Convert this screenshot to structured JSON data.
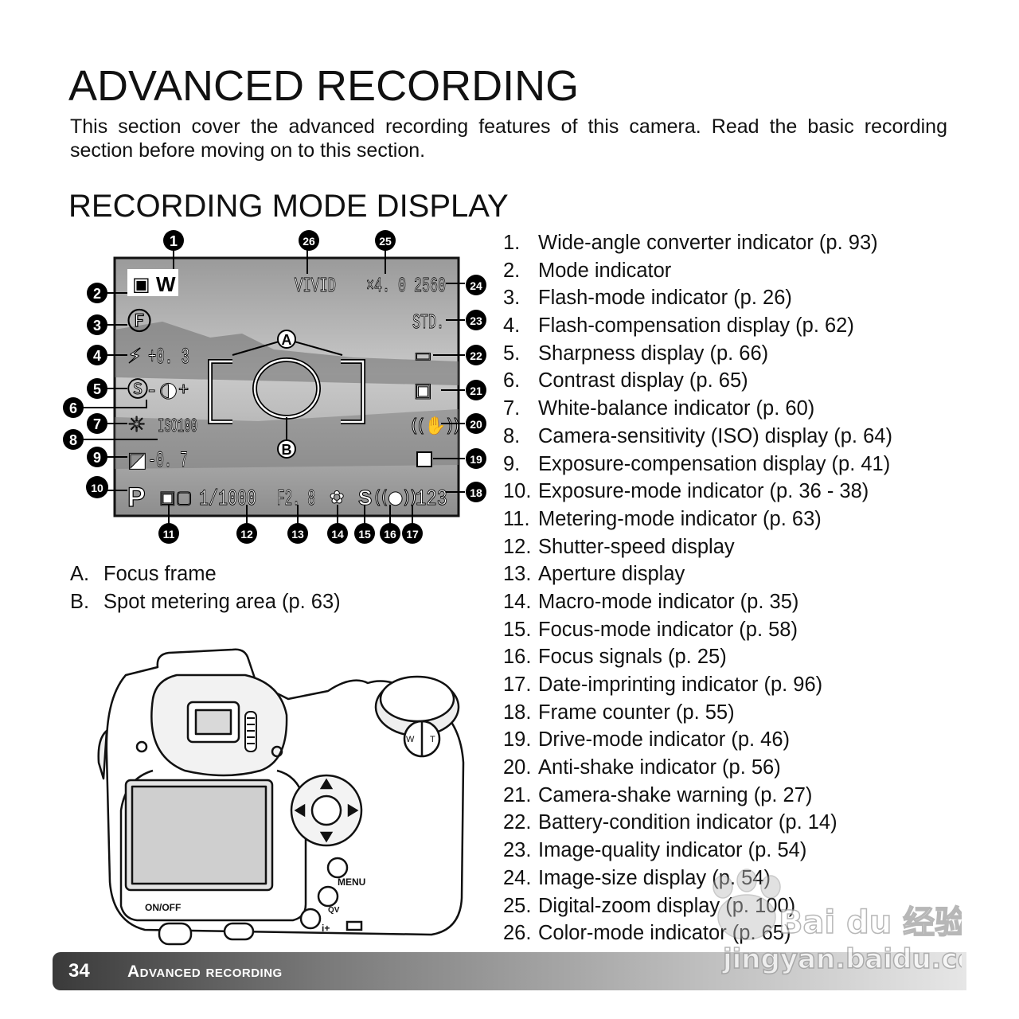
{
  "page_title": "ADVANCED RECORDING",
  "intro": "This section cover the advanced recording features of this camera. Read the basic recording section before moving on to this section.",
  "section_title": "RECORDING MODE DISPLAY",
  "legend": [
    {
      "num": "1.",
      "text": "Wide-angle converter indicator (p. 93)"
    },
    {
      "num": "2.",
      "text": "Mode indicator"
    },
    {
      "num": "3.",
      "text": "Flash-mode indicator (p. 26)"
    },
    {
      "num": "4.",
      "text": "Flash-compensation display (p. 62)"
    },
    {
      "num": "5.",
      "text": "Sharpness display (p. 66)"
    },
    {
      "num": "6.",
      "text": "Contrast display (p. 65)"
    },
    {
      "num": "7.",
      "text": "White-balance indicator (p. 60)"
    },
    {
      "num": "8.",
      "text": "Camera-sensitivity (ISO) display (p. 64)"
    },
    {
      "num": "9.",
      "text": "Exposure-compensation display (p. 41)"
    },
    {
      "num": "10.",
      "text": "Exposure-mode indicator (p. 36 - 38)"
    },
    {
      "num": "11.",
      "text": "Metering-mode indicator (p. 63)"
    },
    {
      "num": "12.",
      "text": "Shutter-speed display"
    },
    {
      "num": "13.",
      "text": "Aperture display"
    },
    {
      "num": "14.",
      "text": "Macro-mode indicator (p. 35)"
    },
    {
      "num": "15.",
      "text": "Focus-mode indicator (p. 58)"
    },
    {
      "num": "16.",
      "text": "Focus signals (p. 25)"
    },
    {
      "num": "17.",
      "text": "Date-imprinting indicator (p. 96)"
    },
    {
      "num": "18.",
      "text": "Frame counter (p. 55)"
    },
    {
      "num": "19.",
      "text": "Drive-mode indicator (p. 46)"
    },
    {
      "num": "20.",
      "text": "Anti-shake indicator (p. 56)"
    },
    {
      "num": "21.",
      "text": "Camera-shake warning (p. 27)"
    },
    {
      "num": "22.",
      "text": "Battery-condition indicator (p. 14)"
    },
    {
      "num": "23.",
      "text": "Image-quality indicator (p. 54)"
    },
    {
      "num": "24.",
      "text": "Image-size display (p. 54)"
    },
    {
      "num": "25.",
      "text": "Digital-zoom display (p. 100)"
    },
    {
      "num": "26.",
      "text": "Color-mode indicator (p. 65)"
    }
  ],
  "ab_legend": [
    {
      "letter": "A.",
      "text": "Focus frame"
    },
    {
      "letter": "B.",
      "text": "Spot metering area (p. 63)"
    }
  ],
  "lcd": {
    "wide": "W",
    "color_mode": "VIVID",
    "zoom": "×4. 0",
    "size": "2560",
    "quality": "STD.",
    "flash_comp": "+0. 3",
    "contrast_sign": "+",
    "iso": "ISO100",
    "exp_comp": "-0. 7",
    "exp_mode": "P",
    "shutter": "1/1000",
    "aperture": "F2. 8",
    "counter": "123",
    "focus_mode": "S",
    "label_a": "A",
    "label_b": "B"
  },
  "callouts": [
    "1",
    "2",
    "3",
    "4",
    "5",
    "6",
    "7",
    "8",
    "9",
    "10",
    "11",
    "12",
    "13",
    "14",
    "15",
    "16",
    "17",
    "18",
    "19",
    "20",
    "21",
    "22",
    "23",
    "24",
    "25",
    "26"
  ],
  "camera": {
    "menu": "MENU",
    "onoff": "ON/OFF",
    "qv": "QV",
    "i_plus": "i+",
    "w": "W",
    "t": "T"
  },
  "footer": {
    "page_number": "34",
    "section": "Advanced recording"
  },
  "watermark": {
    "brand": "Bai du 经验",
    "url": "jingyan.baidu.com"
  }
}
